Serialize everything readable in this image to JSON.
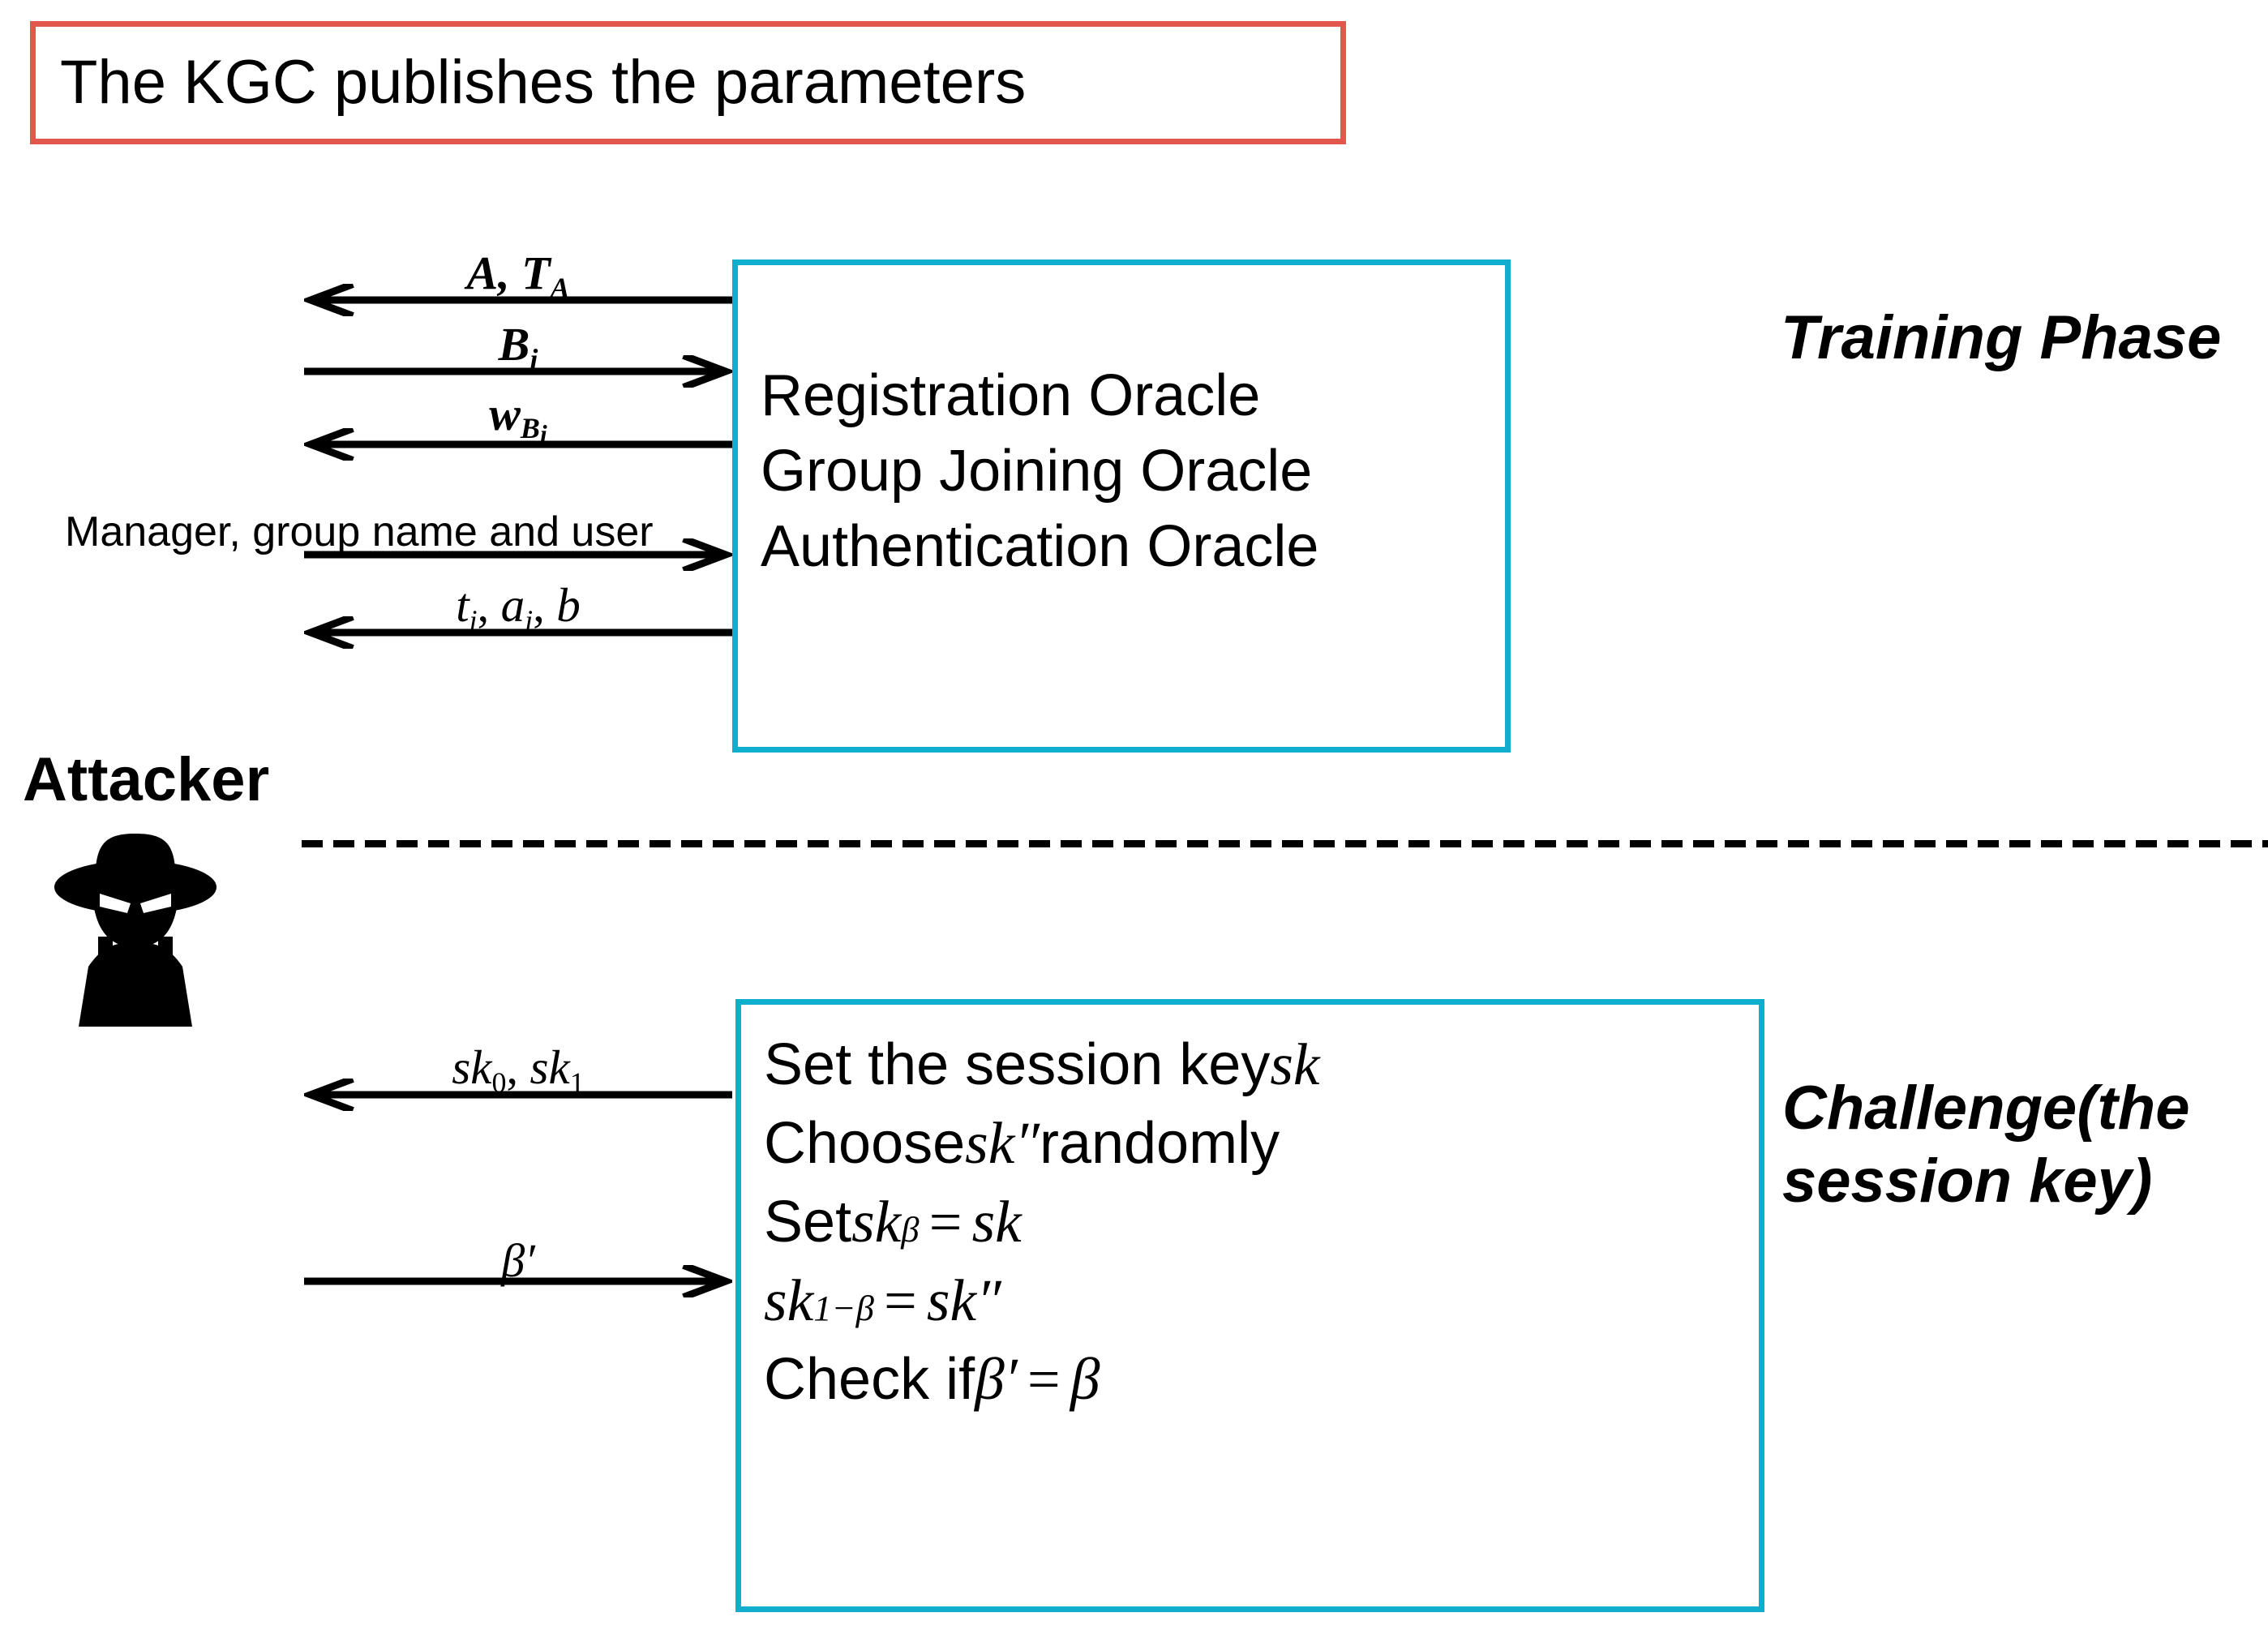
{
  "title_box": {
    "text": "The KGC publishes the parameters",
    "border_color": "#E2574C"
  },
  "palette": {
    "box_border": "#10AECD",
    "title_border": "#E2574C",
    "arrow": "#000000",
    "background": "#FFFFFF"
  },
  "actor": {
    "label": "Attacker",
    "icon": "spy-attacker-icon"
  },
  "phases": {
    "training": "Training Phase",
    "challenge_line1": "Challenge(the",
    "challenge_line2": "session key)"
  },
  "oracle_box": {
    "lines": [
      "Registration Oracle",
      "Group Joining Oracle",
      "Authentication Oracle"
    ]
  },
  "challenge_box": {
    "lines": [
      "Set the session key sk",
      "Choose sk″ randomly",
      "Set skβ = sk",
      "sk1−β = sk″",
      "Check if β′ = β"
    ],
    "parts": {
      "l1_prefix": "Set the session key ",
      "l1_math": "sk",
      "l2_prefix": "Choose ",
      "l2_math": "sk",
      "l2_prime": "″",
      "l2_suffix": " randomly",
      "l3_prefix": "Set ",
      "l3_math": "sk",
      "l3_sub": "β",
      "l3_eq": "=",
      "l3_rhs": "sk",
      "l4_math": "sk",
      "l4_sub": "1−β",
      "l4_eq": "=",
      "l4_rhs": "sk",
      "l4_prime": "″",
      "l5_prefix": "Check if ",
      "l5_beta": "β",
      "l5_prime": "′",
      "l5_eq": "=",
      "l5_beta2": "β"
    }
  },
  "messages": {
    "training": [
      {
        "id": "msg-a-ta",
        "label": "A, T",
        "sub": "A",
        "direction": "left"
      },
      {
        "id": "msg-bi",
        "label": "B",
        "sub": "i",
        "direction": "right"
      },
      {
        "id": "msg-wbi",
        "label": "w",
        "sub": "B",
        "sub2": "i",
        "direction": "left"
      },
      {
        "id": "msg-manager",
        "label": "Manager, group name and user",
        "direction": "right"
      },
      {
        "id": "msg-ti-ai-b",
        "label": "t, a, b",
        "direction": "left"
      }
    ],
    "challenge": [
      {
        "id": "msg-sk0-sk1",
        "label": "sk0, sk1",
        "direction": "left"
      },
      {
        "id": "msg-beta-prime",
        "label": "β′",
        "direction": "right"
      }
    ]
  }
}
